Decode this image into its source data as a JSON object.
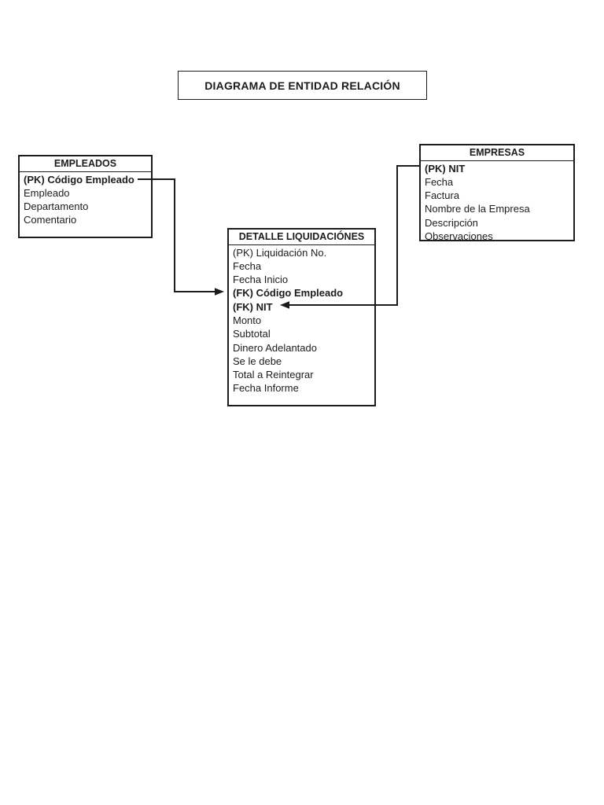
{
  "page": {
    "title": "DIAGRAMA DE ENTIDAD RELACIÓN",
    "background": "#ffffff"
  },
  "colors": {
    "border": "#1c1c1c",
    "text": "#1c1c1c",
    "connector": "#1c1c1c"
  },
  "entities": {
    "empleados": {
      "title": "EMPLEADOS",
      "attributes": [
        {
          "label": "(PK) Código Empleado",
          "bold": true
        },
        {
          "label": "Empleado",
          "bold": false
        },
        {
          "label": "Departamento",
          "bold": false
        },
        {
          "label": "Comentario",
          "bold": false
        }
      ]
    },
    "empresas": {
      "title": "EMPRESAS",
      "attributes": [
        {
          "label": "(PK) NIT",
          "bold": true
        },
        {
          "label": "Fecha",
          "bold": false
        },
        {
          "label": "Factura",
          "bold": false
        },
        {
          "label": "Nombre de la Empresa",
          "bold": false
        },
        {
          "label": "Descripción",
          "bold": false
        },
        {
          "label": "Observaciones",
          "bold": false
        }
      ]
    },
    "detalle": {
      "title": "DETALLE LIQUIDACIÓNES",
      "attributes": [
        {
          "label": "(PK) Liquidación No.",
          "bold": false
        },
        {
          "label": "Fecha",
          "bold": false
        },
        {
          "label": "Fecha Inicio",
          "bold": false
        },
        {
          "label": "(FK) Código Empleado",
          "bold": true
        },
        {
          "label": "(FK) NIT",
          "bold": true
        },
        {
          "label": "Monto",
          "bold": false
        },
        {
          "label": "Subtotal",
          "bold": false
        },
        {
          "label": "Dinero Adelantado",
          "bold": false
        },
        {
          "label": "Se le debe",
          "bold": false
        },
        {
          "label": "Total a Reintegrar",
          "bold": false
        },
        {
          "label": "Fecha Informe",
          "bold": false
        }
      ]
    }
  },
  "relationships": [
    {
      "from_entity": "EMPLEADOS",
      "from_attribute": "(PK) Código Empleado",
      "to_entity": "DETALLE LIQUIDACIÓNES",
      "to_attribute": "(FK) Código Empleado",
      "arrow_points": "right"
    },
    {
      "from_entity": "EMPRESAS",
      "from_attribute": "(PK) NIT",
      "to_entity": "DETALLE LIQUIDACIÓNES",
      "to_attribute": "(FK) NIT",
      "arrow_points": "left"
    }
  ]
}
